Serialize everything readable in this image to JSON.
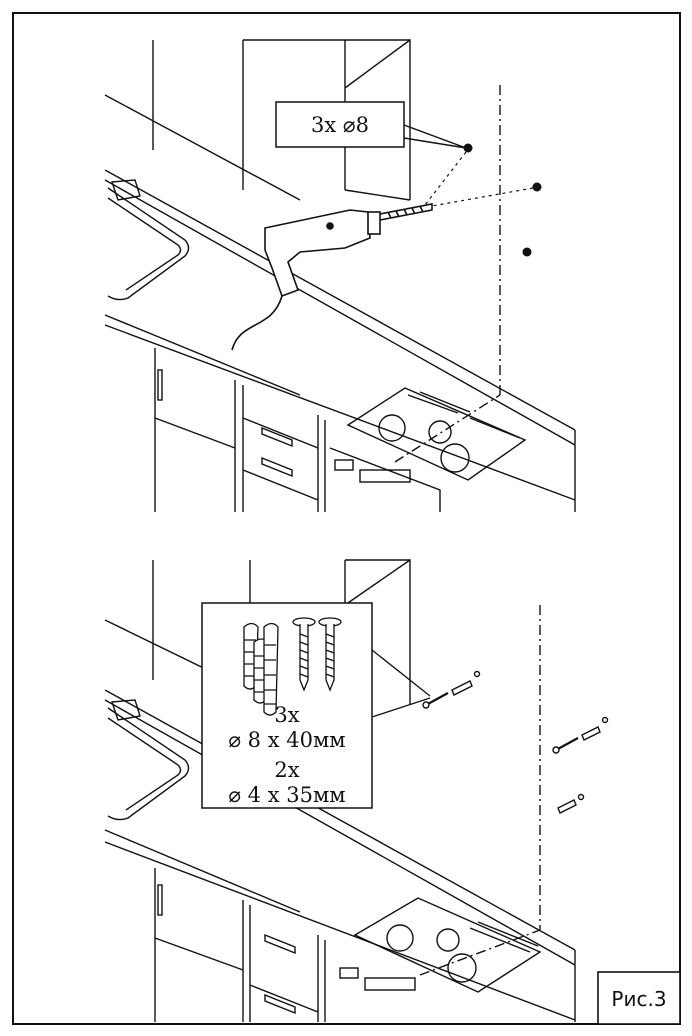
{
  "panel_top": {
    "callout": "3x ⌀8"
  },
  "panel_bottom": {
    "callout_lines": [
      "3x",
      "⌀ 8 x 40мм",
      "2x",
      "⌀ 4 x 35мм"
    ]
  },
  "figure_label": "Рис.3",
  "colors": {
    "ink": "#111111",
    "paper": "#ffffff"
  }
}
